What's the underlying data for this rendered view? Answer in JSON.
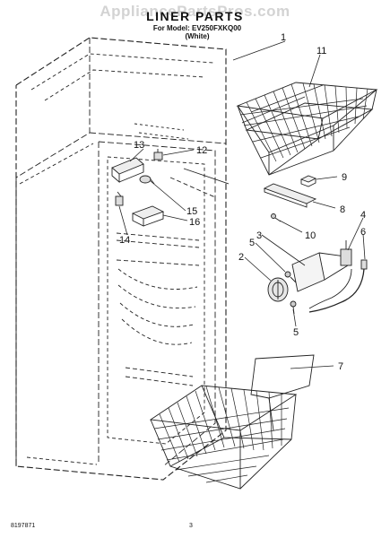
{
  "header": {
    "watermark": "AppliancePartsPros.com",
    "title": "LINER PARTS",
    "model_line": "For Model: EV250FXKQ00",
    "color_line": "(White)"
  },
  "callouts": [
    "1",
    "11",
    "13",
    "12",
    "9",
    "8",
    "15",
    "16",
    "14",
    "10",
    "3",
    "4",
    "5",
    "6",
    "2",
    "5",
    "7"
  ],
  "footer": {
    "doc_number": "8197871",
    "page_number": "3"
  }
}
